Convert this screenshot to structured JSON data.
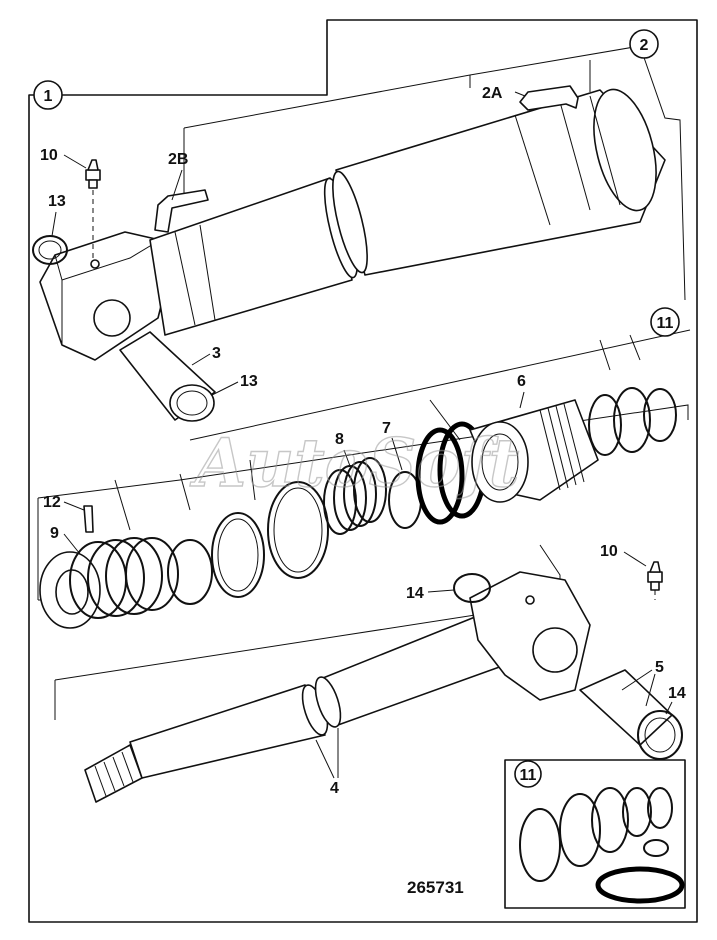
{
  "watermark": "AutoSoft",
  "figure_number": "265731",
  "callouts": {
    "c1": "1",
    "c2": "2",
    "c11_top": "11",
    "c11_inset": "11"
  },
  "labels": {
    "l2A": "2A",
    "l2B": "2B",
    "l3": "3",
    "l4": "4",
    "l5": "5",
    "l6": "6",
    "l7": "7",
    "l8": "8",
    "l9": "9",
    "l10a": "10",
    "l10b": "10",
    "l12": "12",
    "l13a": "13",
    "l13b": "13",
    "l14a": "14",
    "l14b": "14"
  }
}
